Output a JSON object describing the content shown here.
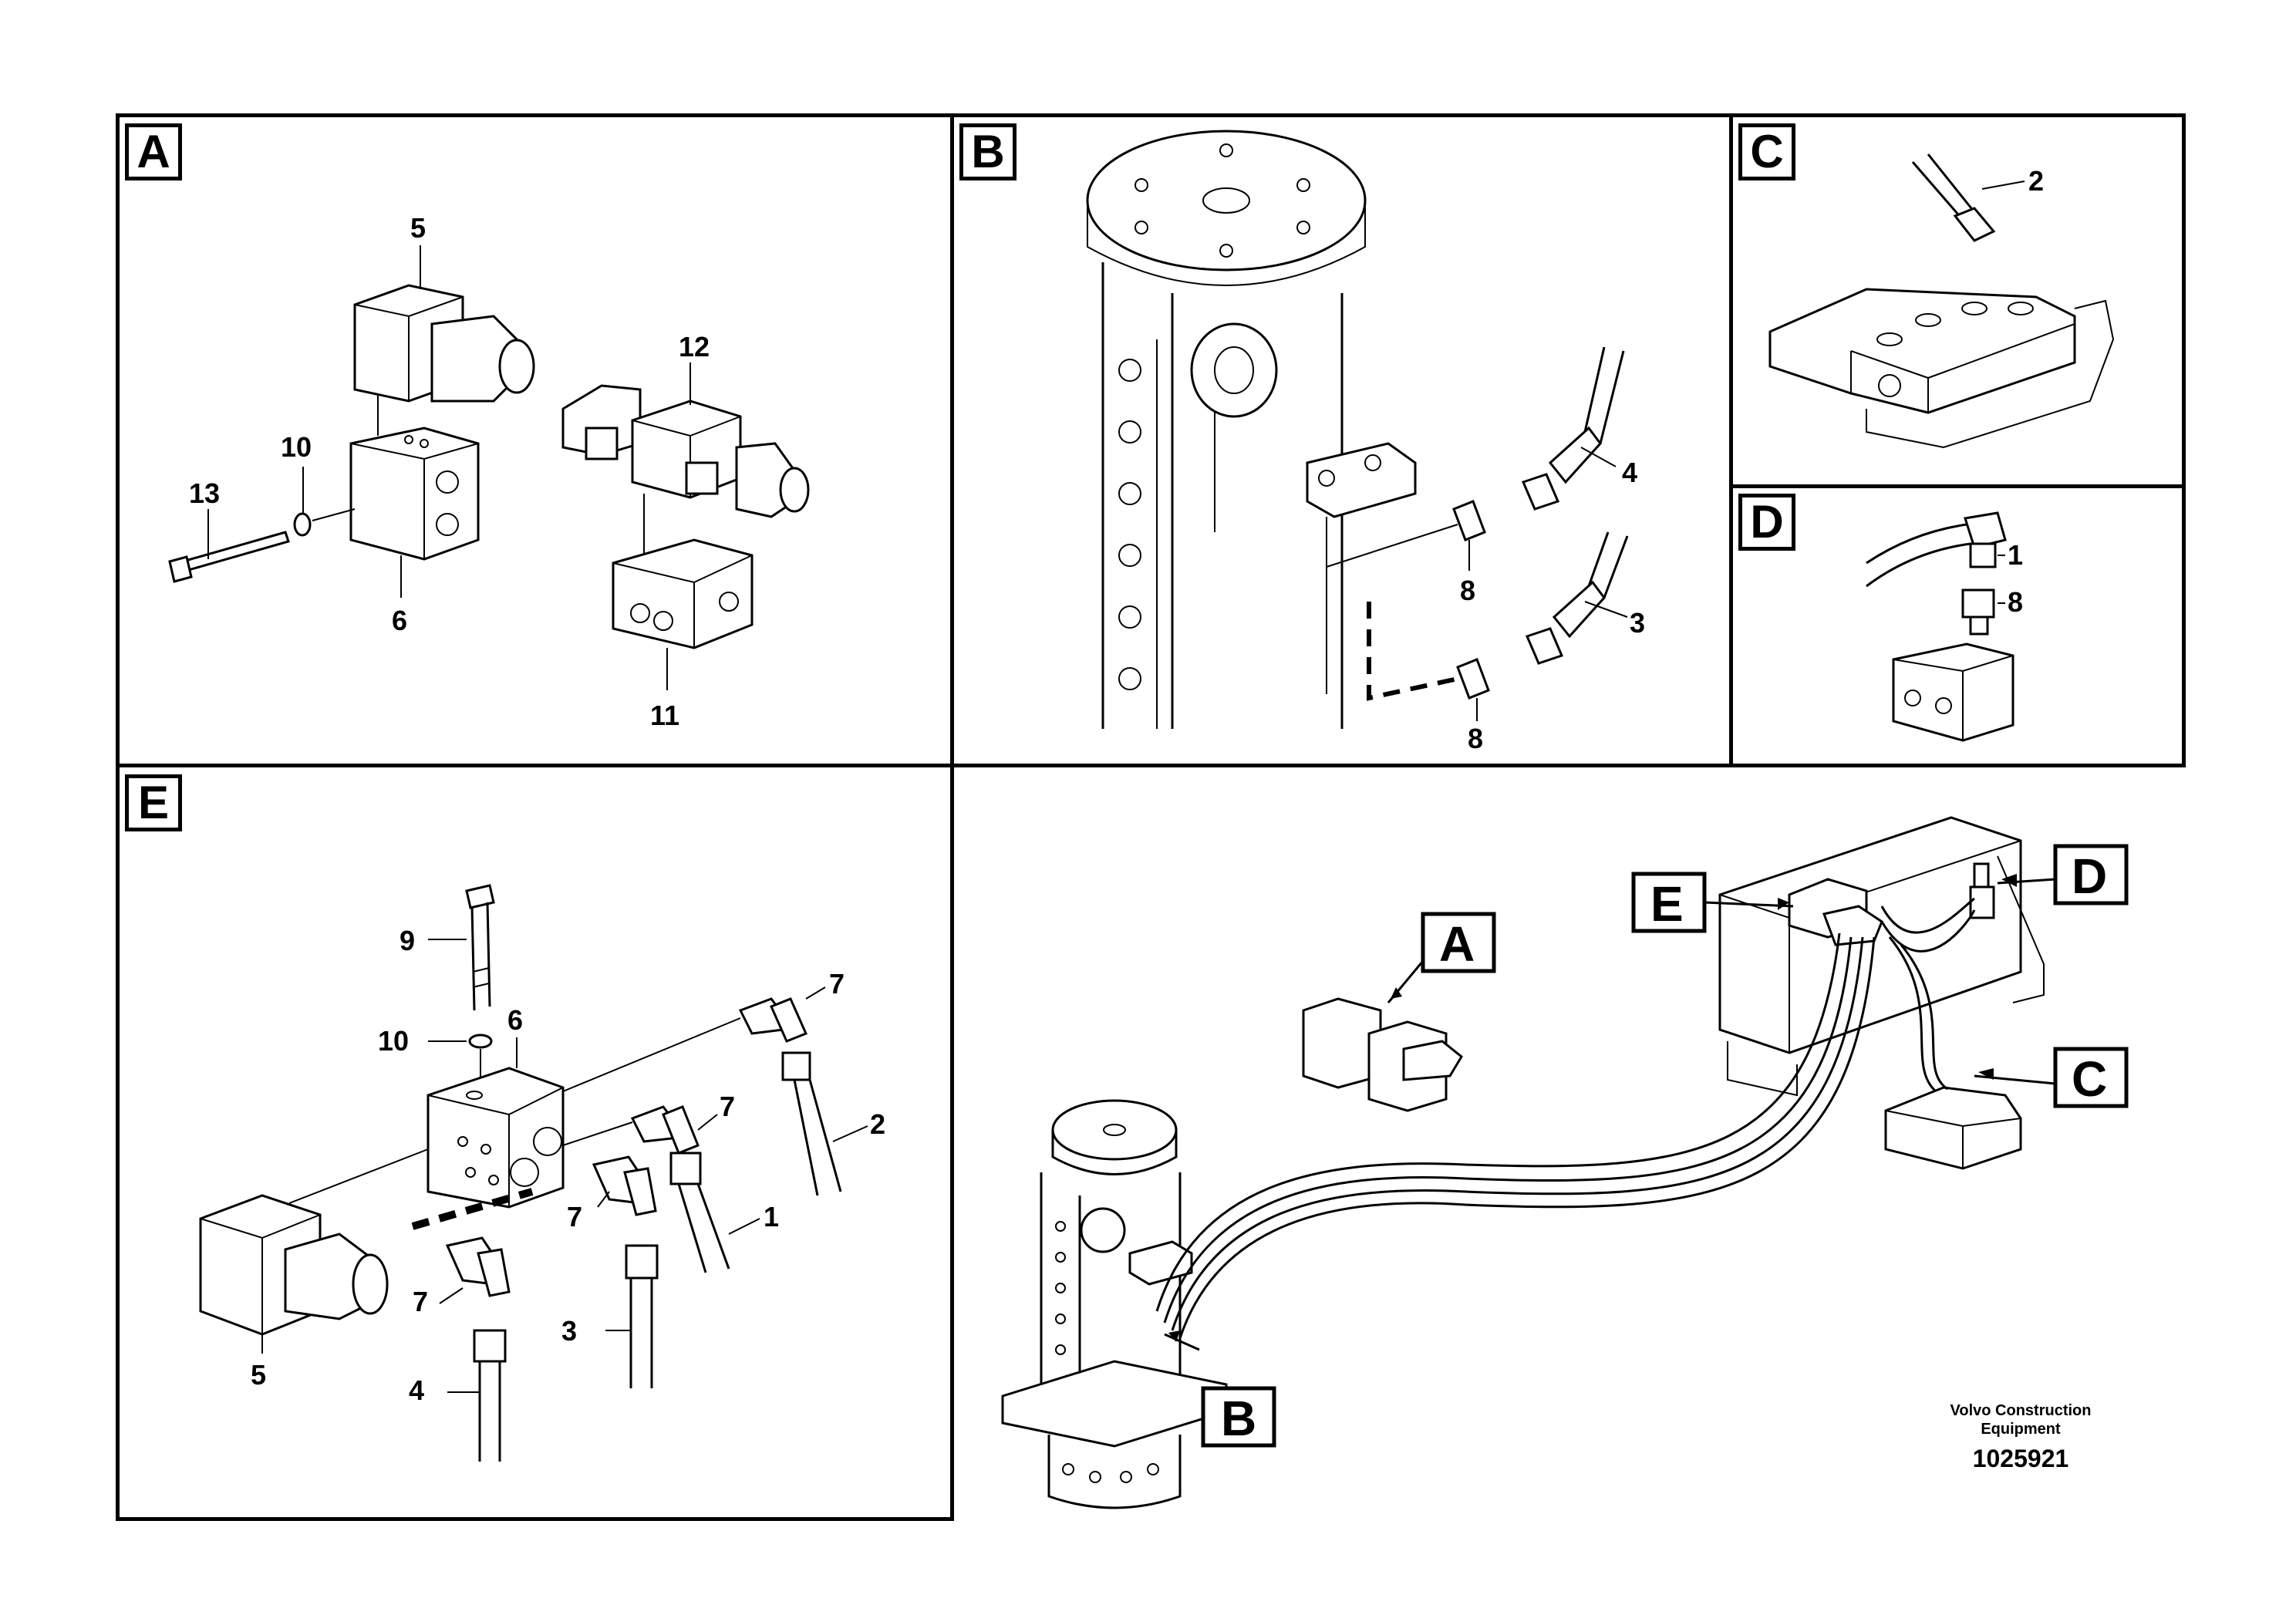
{
  "panels": {
    "a": {
      "tag": "A",
      "labels": [
        "5",
        "12",
        "10",
        "13",
        "6",
        "11"
      ]
    },
    "b": {
      "tag": "B",
      "labels": [
        "4",
        "8",
        "3",
        "8"
      ]
    },
    "c": {
      "tag": "C",
      "labels": [
        "2"
      ]
    },
    "d": {
      "tag": "D",
      "labels": [
        "1",
        "8"
      ]
    },
    "e": {
      "tag": "E",
      "labels": [
        "9",
        "6",
        "10",
        "7",
        "7",
        "2",
        "7",
        "1",
        "7",
        "3",
        "5",
        "4"
      ]
    }
  },
  "overview": {
    "callouts": [
      "A",
      "B",
      "C",
      "D",
      "E"
    ]
  },
  "credit": {
    "company": "Volvo Construction",
    "company2": "Equipment",
    "drawing_number": "1025921"
  }
}
